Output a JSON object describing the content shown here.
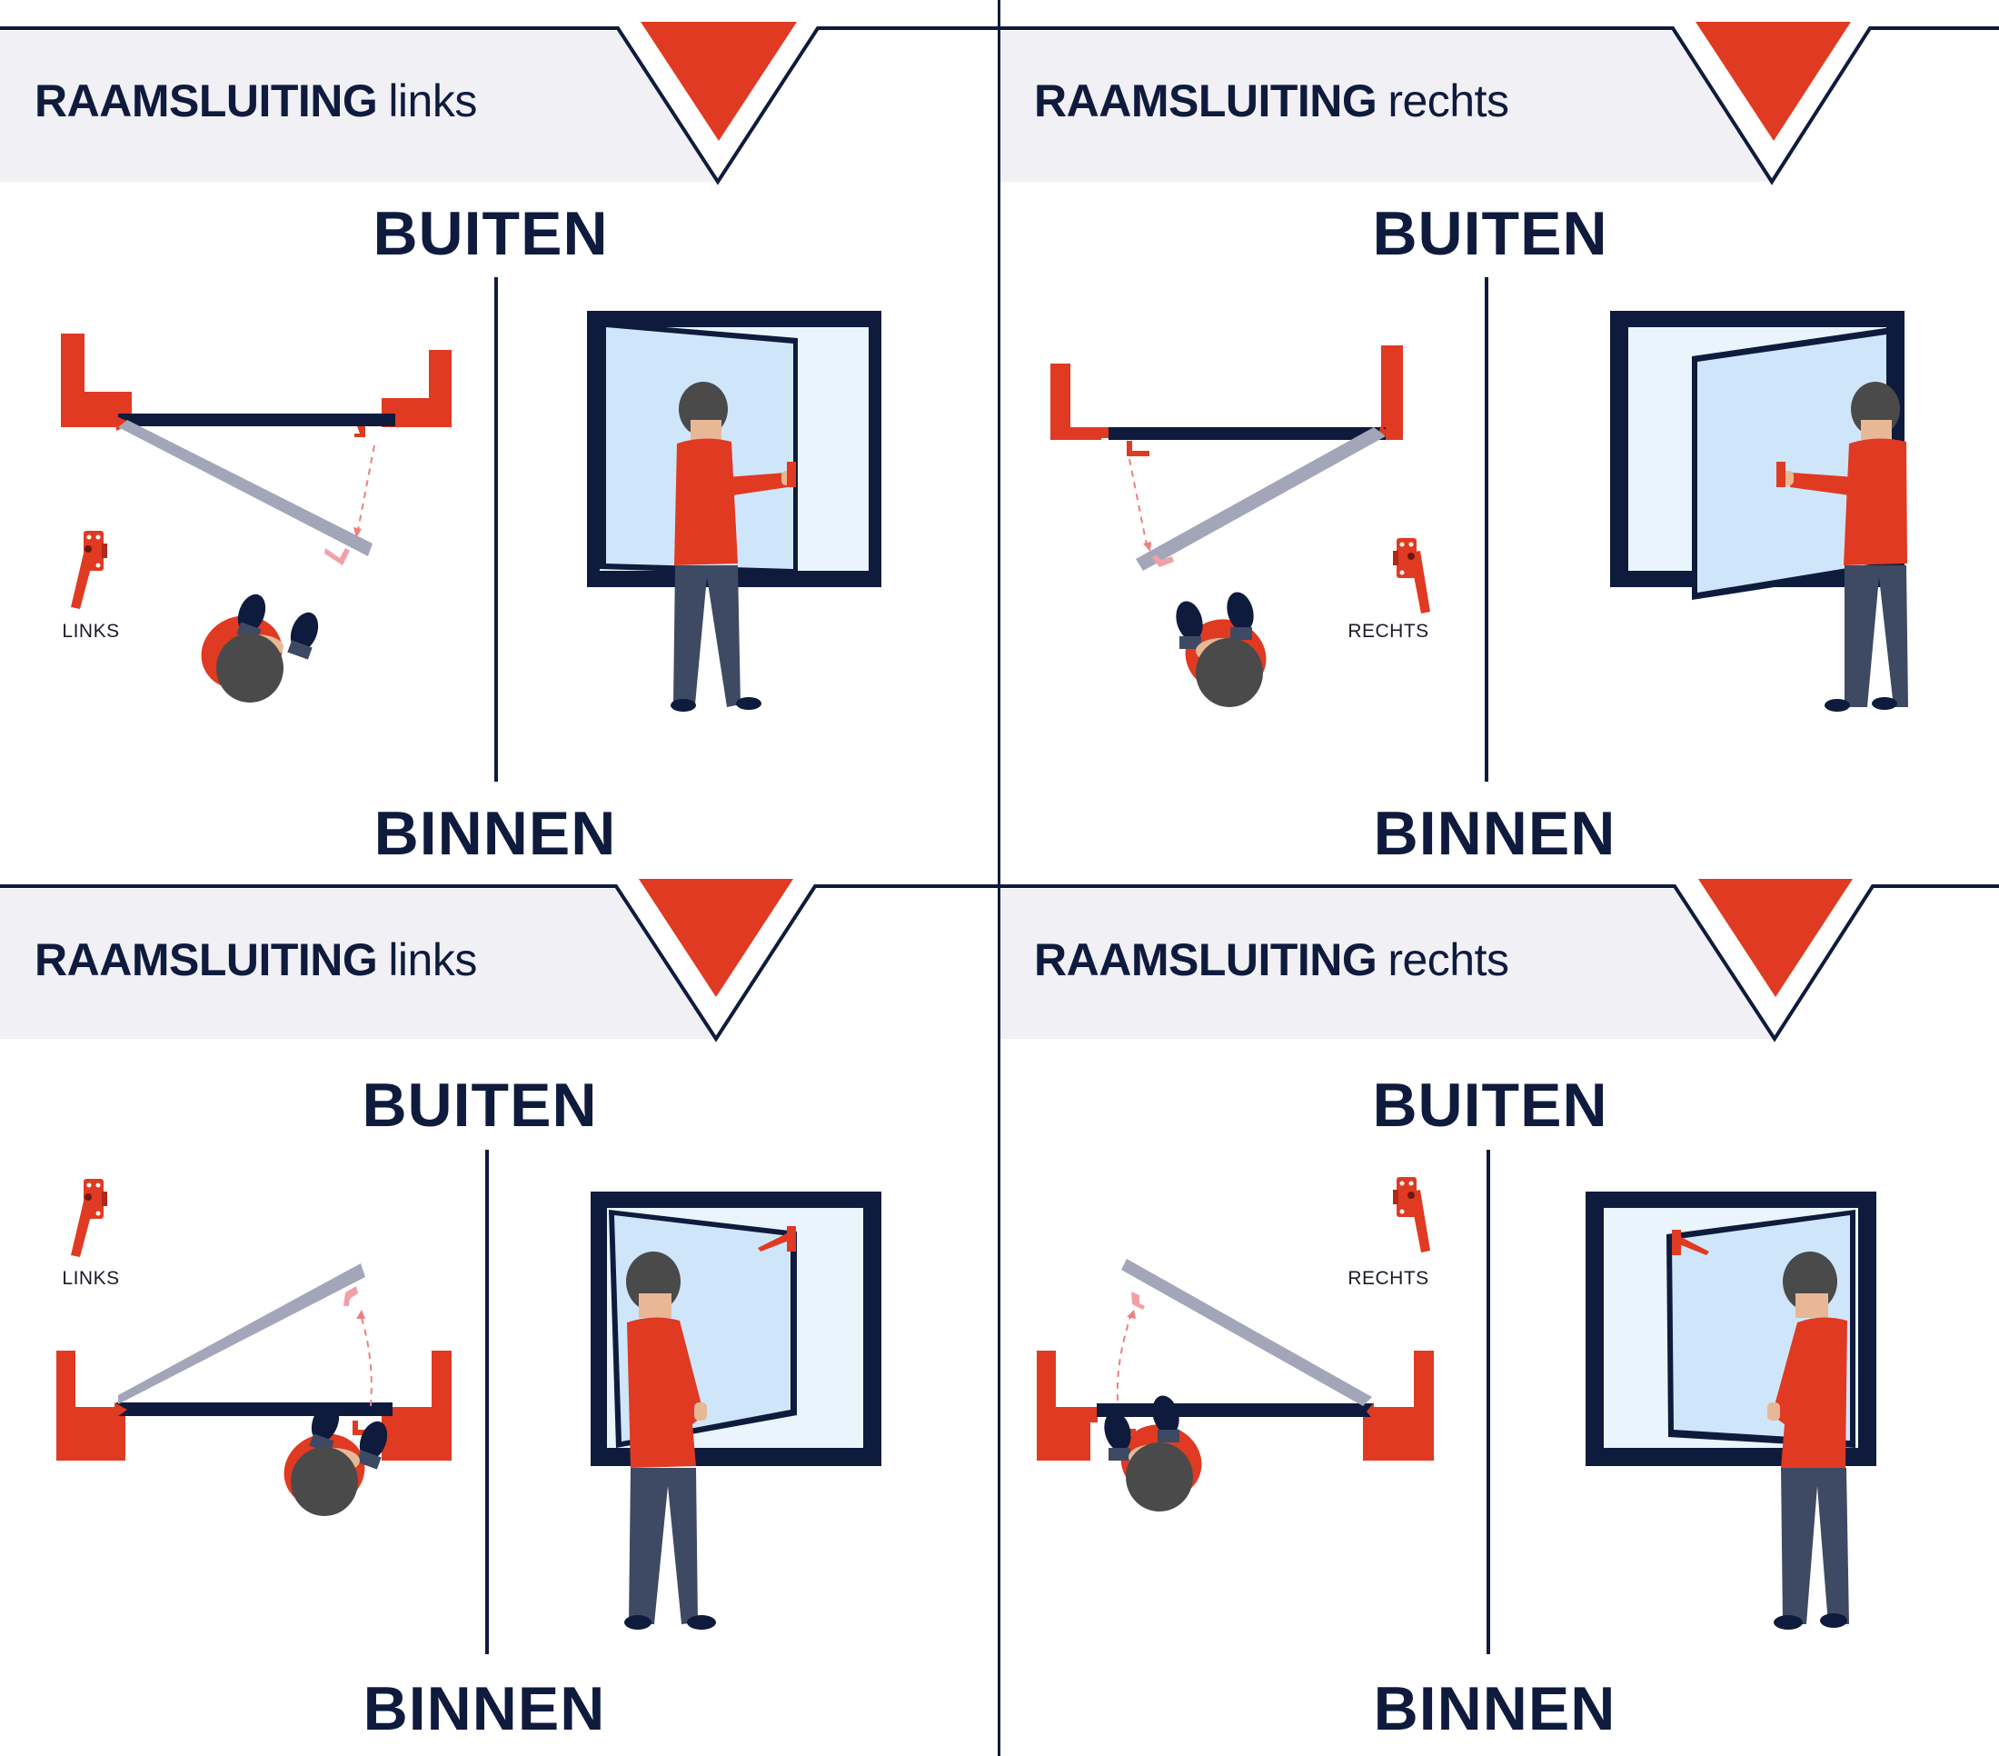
{
  "colors": {
    "navy": "#0f1b3d",
    "red": "#e03a22",
    "header_band": "#f0f0f5",
    "sash_gray": "#a3a6b8",
    "glass": "#d6ebfb",
    "pants": "#3e4a63",
    "skin": "#e8b896",
    "hair": "#4a4a4a"
  },
  "panels": [
    {
      "id": "top-left",
      "title_strong": "RAAMSLUITING",
      "title_light": "links",
      "outside_label": "BUITEN",
      "inside_label": "BINNEN",
      "handle_label": "LINKS",
      "opening": "inward",
      "hinge_side": "left"
    },
    {
      "id": "top-right",
      "title_strong": "RAAMSLUITING",
      "title_light": "rechts",
      "outside_label": "BUITEN",
      "inside_label": "BINNEN",
      "handle_label": "RECHTS",
      "opening": "inward",
      "hinge_side": "right"
    },
    {
      "id": "bottom-left",
      "title_strong": "RAAMSLUITING",
      "title_light": "links",
      "outside_label": "BUITEN",
      "inside_label": "BINNEN",
      "handle_label": "LINKS",
      "opening": "outward",
      "hinge_side": "left"
    },
    {
      "id": "bottom-right",
      "title_strong": "RAAMSLUITING",
      "title_light": "rechts",
      "outside_label": "BUITEN",
      "inside_label": "BINNEN",
      "handle_label": "RECHTS",
      "opening": "outward",
      "hinge_side": "right"
    }
  ]
}
